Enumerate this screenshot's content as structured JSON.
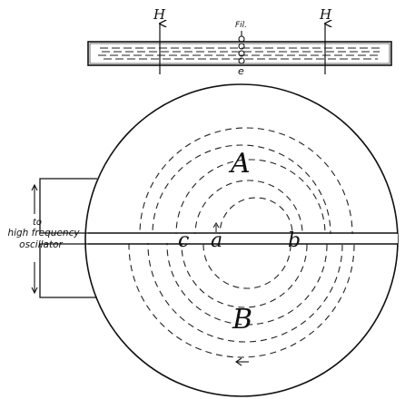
{
  "top_view": {
    "field_label_left": "H",
    "field_label_right": "H",
    "filament_label": "Fil.",
    "electron_label": "e"
  },
  "plan_view": {
    "dee_top_label": "A",
    "dee_bottom_label": "B",
    "point_a": "a",
    "point_b": "b",
    "point_c": "c",
    "oscillator_label_line1": "to",
    "oscillator_label_line2": "high frequency",
    "oscillator_label_line3": "oscillator"
  }
}
